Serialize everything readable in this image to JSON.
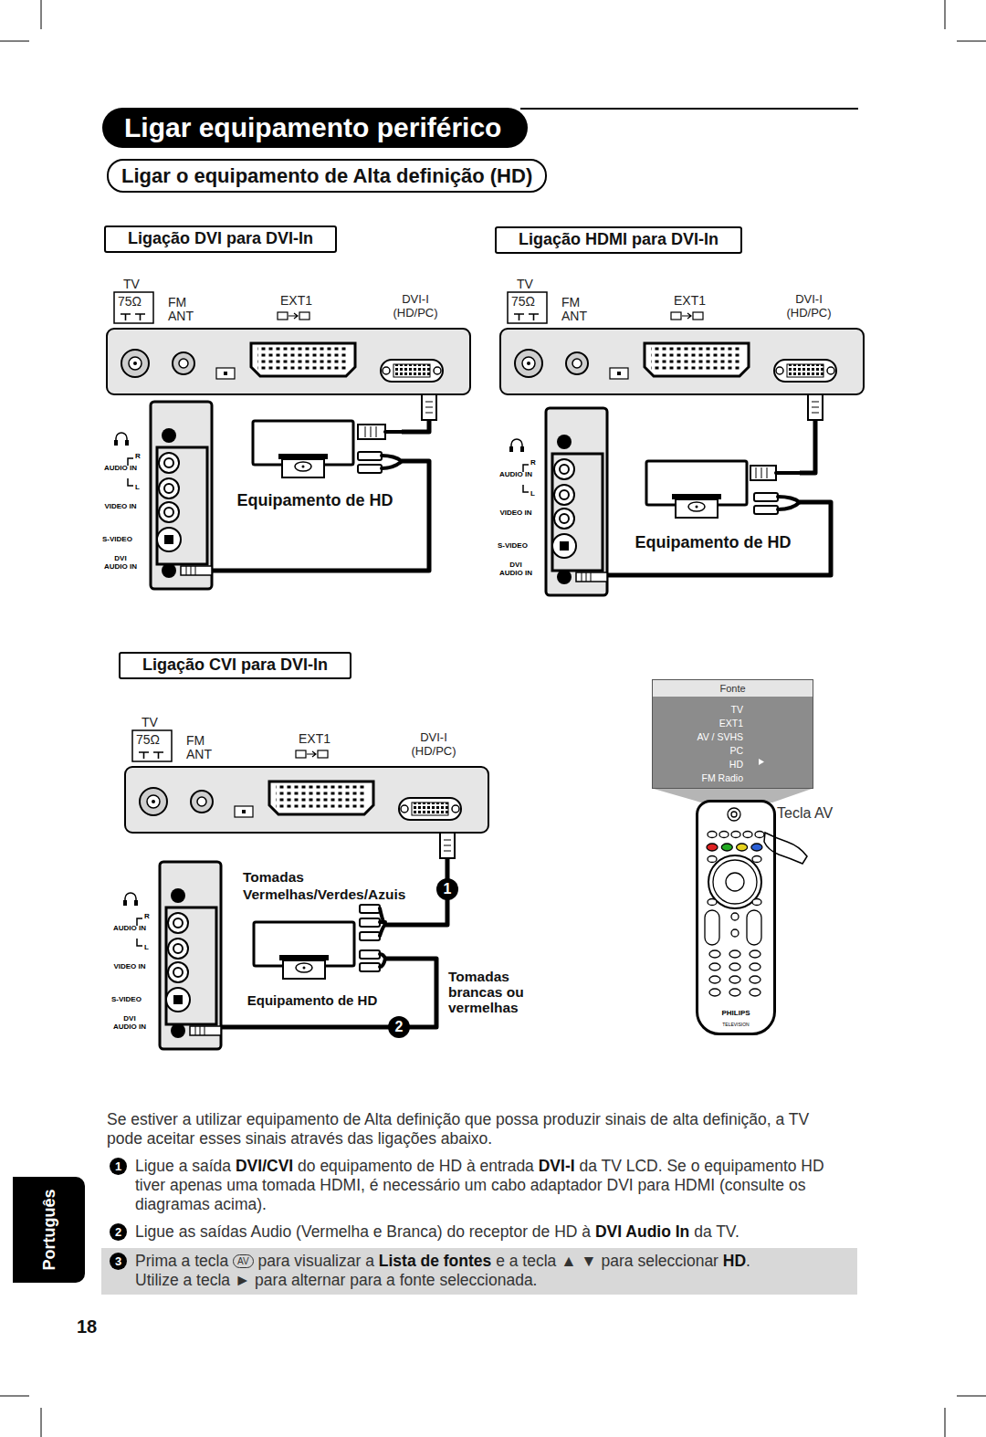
{
  "diagram": {
    "title": "Ligar equipamento periférico",
    "nodes": [
      {
        "text": [
          "Ligar equipamento periférico"
        ]
      },
      {
        "text": [
          "Ligar o equipamento de Alta definição (HD)"
        ]
      },
      {
        "text": [
          "Ligação DVI para DVI-In"
        ]
      },
      {
        "text": [
          "TV",
          "75Ω",
          "FM ANT",
          "EXT1",
          "DVI-I (HD/PC)"
        ]
      },
      {
        "text": [
          "R",
          "AUDIO IN",
          "L",
          "VIDEO IN",
          "S-VIDEO",
          "DVI AUDIO IN"
        ]
      },
      {
        "text": [
          "Equipamento de HD"
        ]
      },
      {
        "text": [
          "Ligação HDMI para DVI-In"
        ]
      },
      {
        "text": [
          "TV",
          "75Ω",
          "FM ANT",
          "EXT1",
          "DVI-I (HD/PC)"
        ]
      },
      {
        "text": [
          "R",
          "AUDIO IN",
          "L",
          "VIDEO IN",
          "S-VIDEO",
          "DVI AUDIO IN"
        ]
      },
      {
        "text": [
          "Equipamento de HD"
        ]
      },
      {
        "text": [
          "Ligação CVI para DVI-In"
        ]
      },
      {
        "text": [
          "TV",
          "75Ω",
          "FM ANT",
          "EXT1",
          "DVI-I (HD/PC)"
        ]
      },
      {
        "text": [
          "R",
          "AUDIO IN",
          "L",
          "VIDEO IN",
          "S-VIDEO",
          "DVI AUDIO IN"
        ]
      },
      {
        "text": [
          "Equipamento de HD"
        ]
      },
      {
        "text": [
          "Fonte",
          "TV",
          "EXT1",
          "AV / SVHS",
          "PC",
          "HD",
          "FM Radio"
        ]
      },
      {
        "text": [
          "PHILIPS",
          "TELEVISION"
        ]
      },
      {
        "text": [
          "Português"
        ]
      },
      {
        "text": [
          "3",
          "Prima a tecla",
          "AV",
          "para visualizar a",
          "Lista de fontes",
          "e a tecla ▲ ▼ para seleccionar",
          "HD",
          ".",
          "Utilize a tecla ► para alternar para a fonte seleccionada."
        ]
      }
    ],
    "edges": [
      {
        "from": 5,
        "to": 3,
        "arrow": "none"
      },
      {
        "from": 5,
        "to": 4,
        "arrow": "none"
      },
      {
        "from": 9,
        "to": 7,
        "arrow": "none"
      },
      {
        "from": 9,
        "to": 8,
        "arrow": "none"
      },
      {
        "from": 13,
        "to": 11,
        "arrow": "none",
        "label": "1"
      },
      {
        "from": 13,
        "to": 12,
        "arrow": "none",
        "label": "2"
      }
    ],
    "labels": [
      "Tecla AV",
      "Tomadas Vermelhas/Verdes/Azuis",
      "Tomadas brancas ou vermelhas",
      "Se estiver a utilizar equipamento de Alta definição que possa produzir sinais de alta definição, a TV pode aceitar esses sinais através das ligações abaixo.",
      "1",
      "Ligue a saída",
      "DVI/CVI",
      "do equipamento de HD à entrada",
      "DVI-I",
      "da TV LCD. Se o equipamento HD tiver apenas uma tomada HDMI, é necessário um cabo adaptador DVI para HDMI (consulte os diagramas acima).",
      "2",
      "Ligue as saídas Audio (Vermelha e Branca) do receptor de HD à",
      "DVI Audio In",
      "da TV.",
      "18"
    ]
  }
}
